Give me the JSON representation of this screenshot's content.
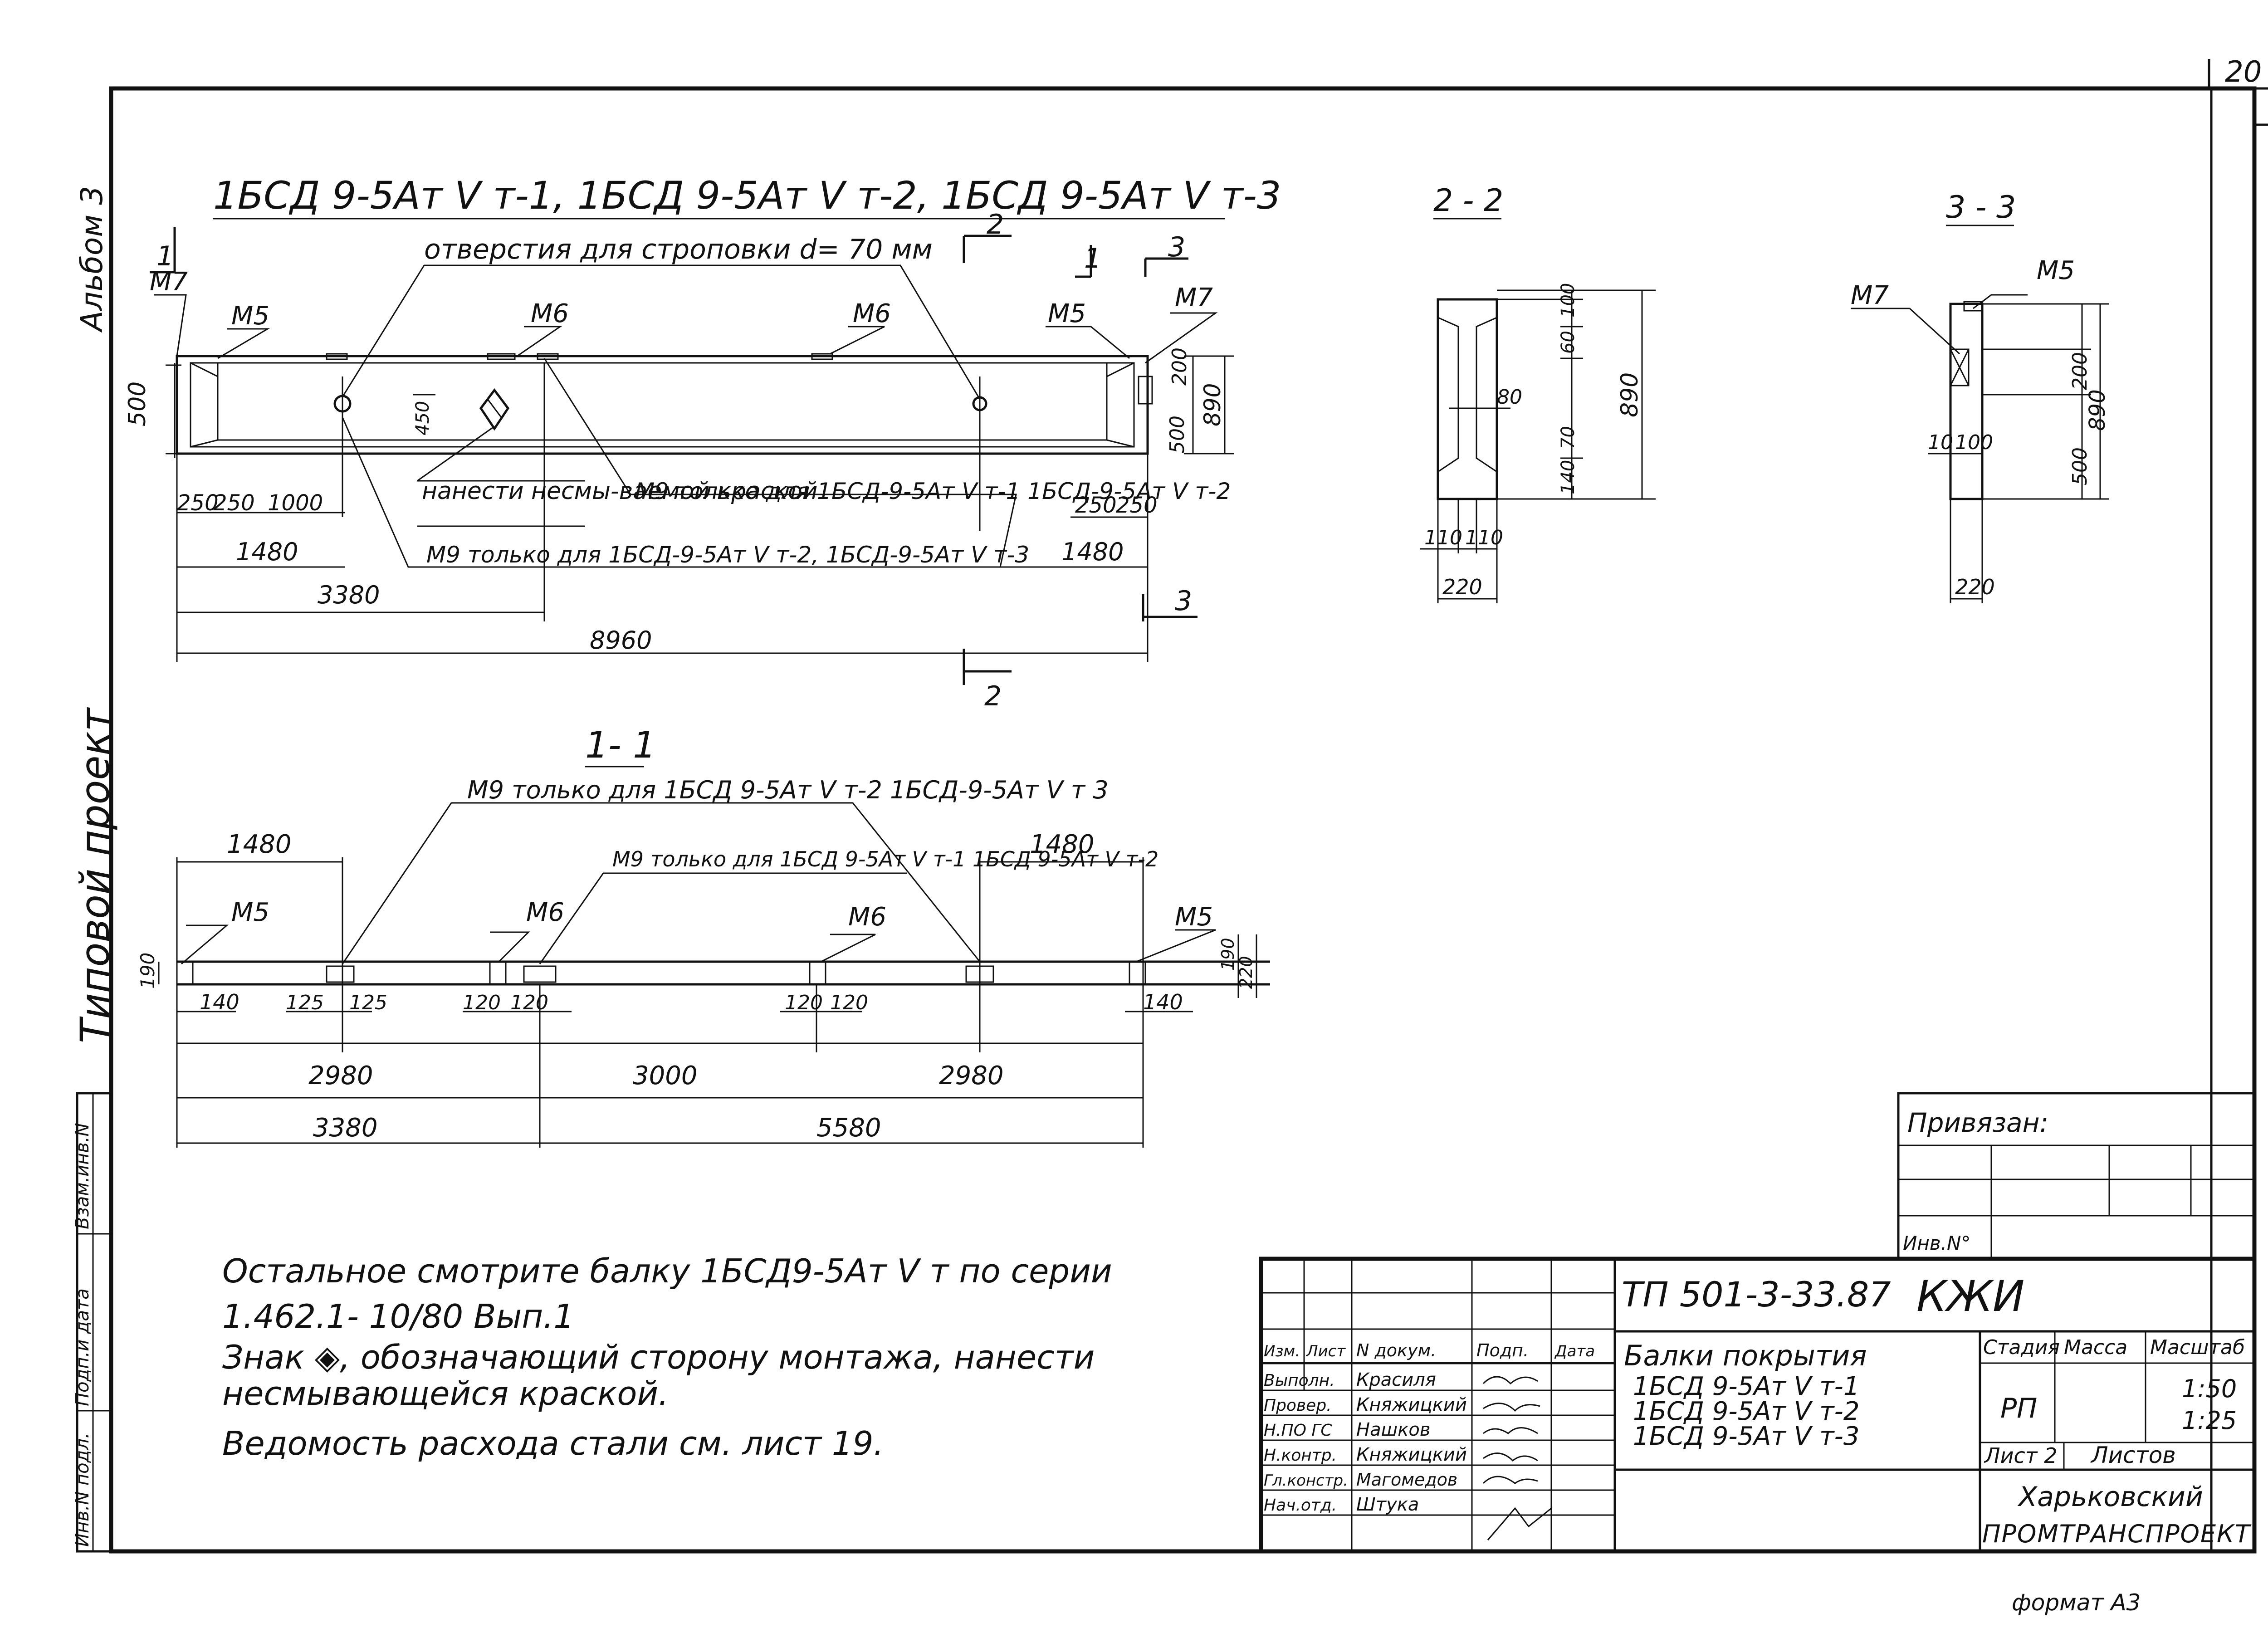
{
  "sheet": {
    "number": "20",
    "format": "формат А3"
  },
  "side_labels": {
    "album": "Альбом 3",
    "project": "Типовой проект"
  },
  "side_stamp": [
    "Инв.N подл.",
    "Подп.и дата",
    "Взам.инв.N"
  ],
  "title": "1БСД 9-5Ат V т-1, 1БСД 9-5Ат V т-2, 1БСД 9-5Ат V т-3",
  "elevation": {
    "hole_note": "отверстия для строповки d= 70 мм",
    "paint_note": "нанести несмы-ваемой краской",
    "m9_note_a": "М9 только для 1БСД-9-5Ат V т-1 1БСД-9-5Ат V т-2",
    "m9_note_b": "М9 только для 1БСД-9-5Ат V т-2, 1БСД-9-5Ат V т-3",
    "labels": {
      "m5": "М5",
      "m6": "М6",
      "m7": "М7"
    },
    "dims": [
      "500",
      "250",
      "250",
      "1000",
      "1480",
      "3380",
      "8960",
      "1480",
      "250",
      "250",
      "500",
      "200",
      "890",
      "450"
    ],
    "section_marks": [
      "1",
      "1",
      "2",
      "2",
      "3",
      "3"
    ]
  },
  "section_2": {
    "title": "2 - 2",
    "dims": [
      "100",
      "60",
      "80",
      "70",
      "140",
      "890",
      "110",
      "110",
      "220"
    ]
  },
  "section_3": {
    "title": "3 - 3",
    "labels": [
      "М5",
      "М7"
    ],
    "dims": [
      "200",
      "500",
      "890",
      "10",
      "100",
      "220"
    ]
  },
  "plan": {
    "title": "1- 1",
    "m9_note_a": "М9 только для 1БСД 9-5Ат V т-2 1БСД-9-5Ат V т 3",
    "m9_note_b": "М9 только для 1БСД 9-5Ат V т-1 1БСД 9-5Ат V т-2",
    "labels": {
      "m5": "М5",
      "m6": "М6"
    },
    "dims": [
      "1480",
      "1480",
      "190",
      "140",
      "125",
      "125",
      "120",
      "120",
      "120",
      "120",
      "140",
      "190",
      "220",
      "2980",
      "3000",
      "2980",
      "3380",
      "5580"
    ]
  },
  "notes": [
    "Остальное смотрите балку 1БСД9-5Ат V т по серии",
    "1.462.1- 10/80 Вып.1",
    "Знак ◈, обозначающий сторону монтажа, нанести",
    "несмывающейся краской.",
    "Ведомость расхода стали см. лист 19."
  ],
  "tie_box": {
    "title": "Привязан:",
    "inv": "Инв.N°"
  },
  "stamp": {
    "code": "ТП 501-3-33.87",
    "mark": "КЖИ",
    "name": "Балки покрытия",
    "items": [
      "1БСД 9-5Ат V т-1",
      "1БСД 9-5Ат V т-2",
      "1БСД 9-5Ат V т-3"
    ],
    "head": [
      "Изм.",
      "Лист",
      "N докум.",
      "Подп.",
      "Дата"
    ],
    "roles": [
      "Выполн.",
      "Провер.",
      "Н.ПО ГС",
      "Н.контр.",
      "Гл.констр.",
      "Нач.отд."
    ],
    "people": [
      "Красиля",
      "Княжицкий",
      "Нашков",
      "Княжицкий",
      "Магомедов",
      "Штука"
    ],
    "cols": [
      "Стадия",
      "Масса",
      "Масштаб"
    ],
    "stage": "РП",
    "scale_1": "1:50",
    "scale_2": "1:25",
    "sheet": "Лист 2",
    "sheets": "Листов",
    "org_1": "Харьковский",
    "org_2": "ПРОМТРАНСПРОЕКТ"
  }
}
